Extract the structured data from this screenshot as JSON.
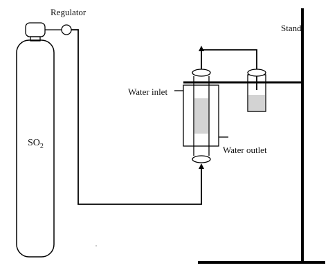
{
  "labels": {
    "regulator": "Regulator",
    "stand": "Stand",
    "water_inlet": "Water inlet",
    "water_outlet": "Water outlet",
    "cylinder_gas": "SO",
    "cylinder_gas_subscript": "2"
  },
  "colors": {
    "line": "#000000",
    "fill_water": "#d3d3d3",
    "background": "#ffffff"
  }
}
